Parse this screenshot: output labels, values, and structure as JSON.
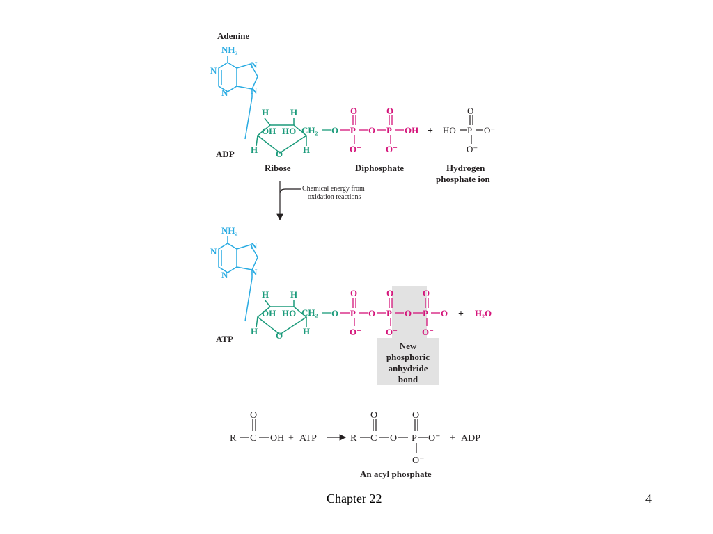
{
  "colors": {
    "adenine": "#29abe2",
    "ribose": "#1a9a7a",
    "phosphate": "#d4147a",
    "text": "#231f20",
    "highlight": "#e2e2e2"
  },
  "labels": {
    "adenine": "Adenine",
    "adp": "ADP",
    "atp": "ATP",
    "ribose": "Ribose",
    "diphosphate": "Diphosphate",
    "hydrogen_line1": "Hydrogen",
    "hydrogen_line2": "phosphate ion",
    "energy_line1": "Chemical energy from",
    "energy_line2": "oxidation reactions",
    "new_bond_lines": [
      "New",
      "phosphoric",
      "anhydride",
      "bond"
    ],
    "acyl_phosphate": "An acyl phosphate"
  },
  "atoms": {
    "nh2": "NH₂",
    "n": "N",
    "h": "H",
    "oh": "OH",
    "ho": "HO",
    "ch2": "CH₂",
    "o": "O",
    "p": "P",
    "o_minus": "O⁻",
    "oh_term": "OH",
    "ho_term": "HO",
    "h2o": "H₂O",
    "r": "R",
    "c": "C",
    "atp": "ATP",
    "adp": "ADP",
    "plus": "+"
  },
  "footer": {
    "chapter": "Chapter 22",
    "page": "4"
  }
}
